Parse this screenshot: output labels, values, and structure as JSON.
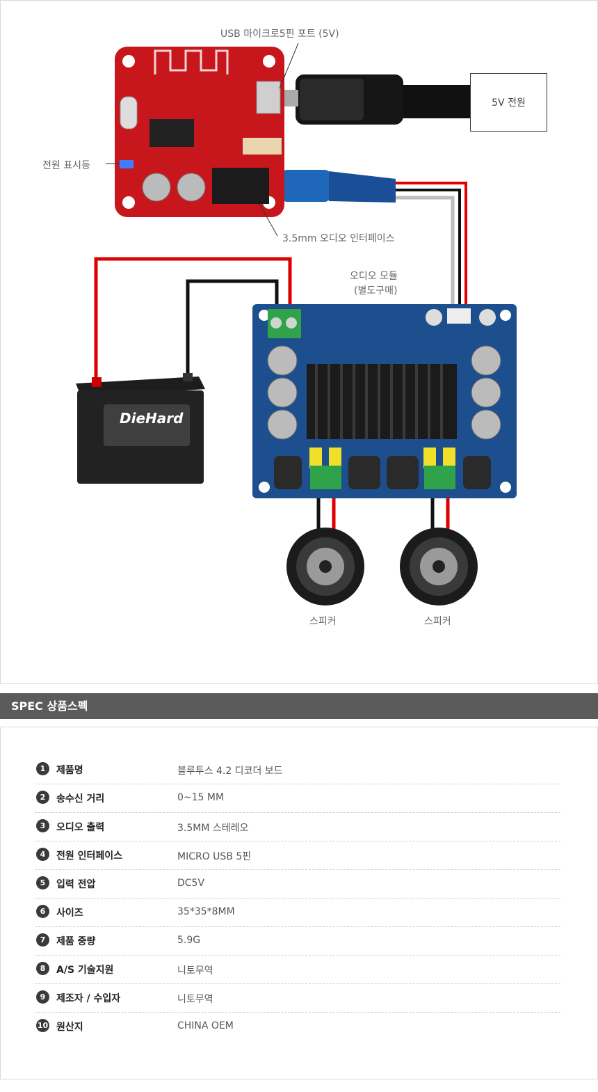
{
  "diagram": {
    "usb_port_label": "USB 마이크로5핀 포트 (5V)",
    "power_box_label": "5V 전원",
    "power_led_label": "전원 표시등",
    "audio_interface_label": "3.5mm 오디오 인터페이스",
    "audio_module_label_1": "오디오 모듈",
    "audio_module_label_2": "(별도구매)",
    "speaker_left_label": "스피커",
    "speaker_right_label": "스피커",
    "battery_brand": "DieHard",
    "colors": {
      "board_red": "#c8161d",
      "amp_blue": "#1d4f8f",
      "wire_red": "#e00000",
      "wire_black": "#111111",
      "wire_gray": "#bdbdbd",
      "jack_blue": "#1f67b8"
    }
  },
  "spec": {
    "header": "SPEC 상품스펙",
    "rows": [
      {
        "num": "1",
        "label": "제품명",
        "value": "블루투스 4.2 디코더 보드"
      },
      {
        "num": "2",
        "label": "송수신 거리",
        "value": "0~15 MM"
      },
      {
        "num": "3",
        "label": "오디오 출력",
        "value": "3.5MM 스테레오"
      },
      {
        "num": "4",
        "label": "전원 인터페이스",
        "value": "MICRO USB 5핀"
      },
      {
        "num": "5",
        "label": "입력 전압",
        "value": "DC5V"
      },
      {
        "num": "6",
        "label": "사이즈",
        "value": "35*35*8MM"
      },
      {
        "num": "7",
        "label": "제품 중량",
        "value": "5.9G"
      },
      {
        "num": "8",
        "label": "A/S 기술지원",
        "value": "니토무역"
      },
      {
        "num": "9",
        "label": "제조자 / 수입자",
        "value": "니토무역"
      },
      {
        "num": "10",
        "label": "원산지",
        "value": "CHINA OEM"
      }
    ]
  }
}
